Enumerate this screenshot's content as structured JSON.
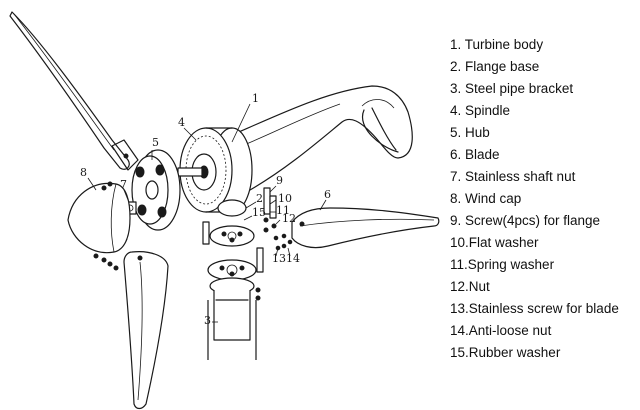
{
  "legend": {
    "items": [
      "1. Turbine body",
      "2. Flange base",
      "3. Steel pipe bracket",
      "4. Spindle",
      "5. Hub",
      "6. Blade",
      "7. Stainless shaft nut",
      "8. Wind cap",
      "9. Screw(4pcs) for flange",
      "10.Flat washer",
      "11.Spring washer",
      "12.Nut",
      "13.Stainless screw for blade",
      "14.Anti-loose nut",
      "15.Rubber washer"
    ]
  },
  "callouts": {
    "c1": "1",
    "c2": "2",
    "c3": "3",
    "c4": "4",
    "c5": "5",
    "c6": "6",
    "c7": "7",
    "c8": "8",
    "c9": "9",
    "c10": "10",
    "c11": "11",
    "c12": "12",
    "c13": "13",
    "c14": "14",
    "c15": "15"
  }
}
